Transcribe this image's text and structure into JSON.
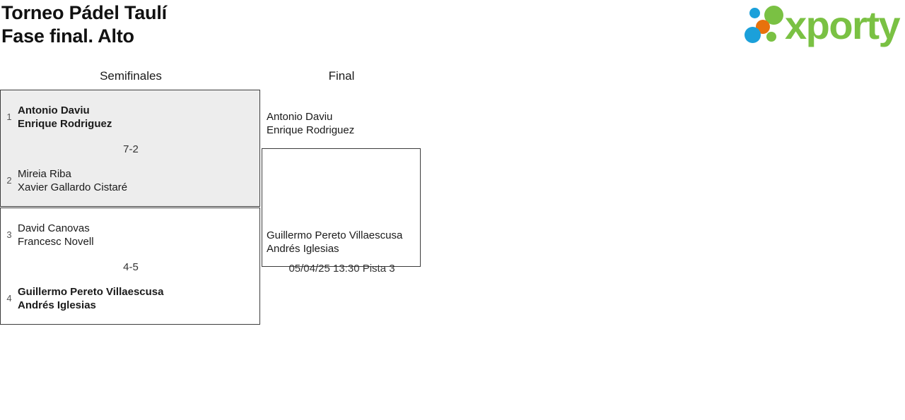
{
  "header": {
    "title_line1": "Torneo Pádel Taulí",
    "title_line2": "Fase final. Alto",
    "logo": {
      "wordmark": "xporty",
      "colors": {
        "green": "#7ac143",
        "blue": "#1ba0da",
        "orange": "#e8720c"
      }
    }
  },
  "bracket": {
    "rounds": [
      {
        "name": "Semifinales"
      },
      {
        "name": "Final"
      }
    ],
    "semifinals": [
      {
        "highlighted": true,
        "score": "7-2",
        "top": {
          "seed": "1",
          "player1": "Antonio Daviu",
          "player2": "Enrique Rodriguez",
          "winner": true
        },
        "bottom": {
          "seed": "2",
          "player1": "Mireia Riba",
          "player2": "Xavier Gallardo Cistaré",
          "winner": false
        }
      },
      {
        "highlighted": false,
        "score": "4-5",
        "top": {
          "seed": "3",
          "player1": "David Canovas",
          "player2": "Francesc Novell",
          "winner": false
        },
        "bottom": {
          "seed": "4",
          "player1": "Guillermo Pereto Villaescusa",
          "player2": "Andrés Iglesias",
          "winner": true
        }
      }
    ],
    "final": {
      "schedule": "05/04/25 13:30 Pista 3",
      "top": {
        "player1": "Antonio Daviu",
        "player2": "Enrique Rodriguez"
      },
      "bottom": {
        "player1": "Guillermo Pereto Villaescusa",
        "player2": "Andrés Iglesias"
      }
    }
  }
}
